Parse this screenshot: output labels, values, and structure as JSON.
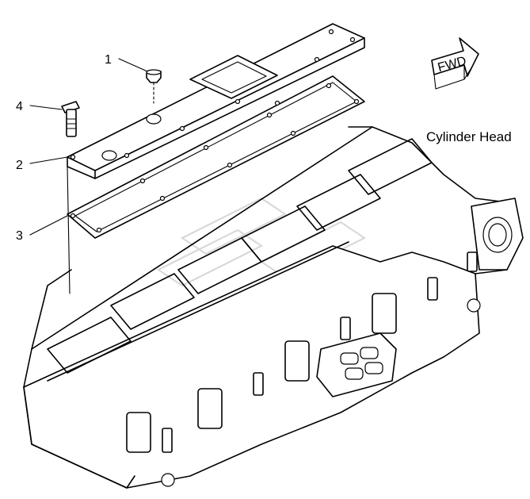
{
  "diagram": {
    "title": "Cylinder Head",
    "direction_label": "FWD",
    "callouts": [
      {
        "id": "1",
        "label": "1"
      },
      {
        "id": "2",
        "label": "2"
      },
      {
        "id": "3",
        "label": "3"
      },
      {
        "id": "4",
        "label": "4"
      }
    ]
  }
}
